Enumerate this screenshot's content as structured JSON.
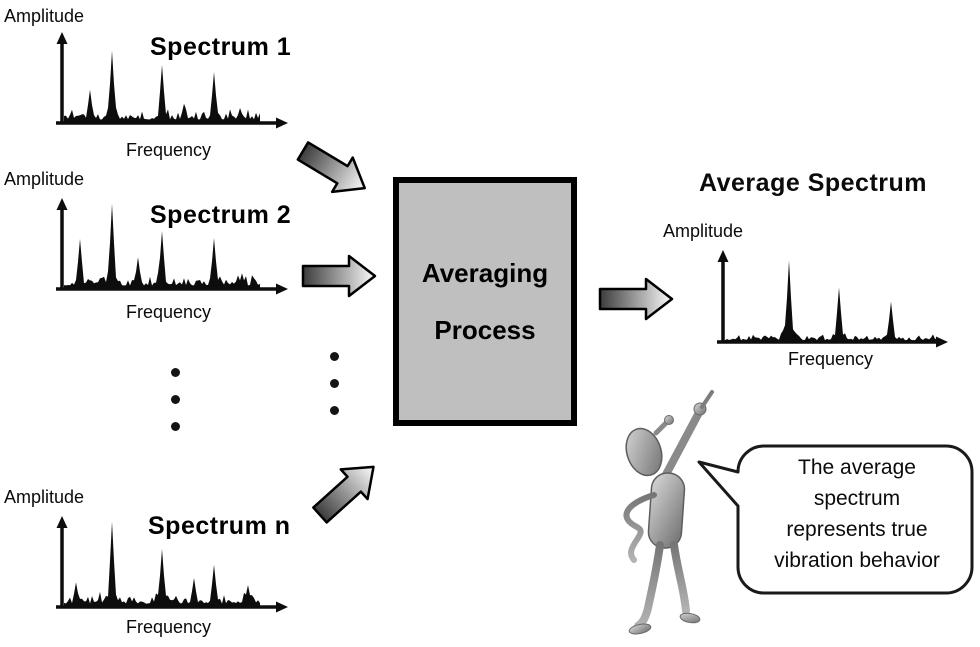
{
  "figure": {
    "spectra": [
      {
        "title": "Spectrum 1",
        "amplitude_label": "Amplitude",
        "frequency_label": "Frequency",
        "peaks": [
          [
            0.135,
            0.38
          ],
          [
            0.24,
            0.82
          ],
          [
            0.5,
            0.66
          ],
          [
            0.615,
            0.22
          ],
          [
            0.77,
            0.58
          ],
          [
            0.9,
            0.17
          ]
        ],
        "noise": 0.16,
        "seed": 11
      },
      {
        "title": "Spectrum 2",
        "amplitude_label": "Amplitude",
        "frequency_label": "Frequency",
        "peaks": [
          [
            0.085,
            0.57
          ],
          [
            0.24,
            0.97
          ],
          [
            0.375,
            0.36
          ],
          [
            0.505,
            0.66
          ],
          [
            0.77,
            0.58
          ],
          [
            0.91,
            0.18
          ]
        ],
        "noise": 0.16,
        "seed": 29
      },
      {
        "title": "Spectrum n",
        "amplitude_label": "Amplitude",
        "frequency_label": "Frequency",
        "peaks": [
          [
            0.06,
            0.28
          ],
          [
            0.24,
            0.97
          ],
          [
            0.505,
            0.66
          ],
          [
            0.665,
            0.33
          ],
          [
            0.77,
            0.48
          ],
          [
            0.94,
            0.25
          ]
        ],
        "noise": 0.15,
        "seed": 47
      }
    ],
    "average": {
      "heading": "Average Spectrum",
      "amplitude_label": "Amplitude",
      "frequency_label": "Frequency",
      "peaks": [
        [
          0.3,
          0.93
        ],
        [
          0.54,
          0.62
        ],
        [
          0.78,
          0.46
        ]
      ],
      "noise": 0.08,
      "seed": 7
    },
    "process_box": {
      "line1": "Averaging",
      "line2": "Process"
    },
    "speech_bubble": {
      "lines": [
        "The average",
        "spectrum",
        "represents true",
        "vibration behavior"
      ]
    },
    "colors": {
      "box_fill": "#bfbfbf",
      "box_border": "#000000",
      "arrow_dark": "#3c3c3c",
      "arrow_light": "#fbfbfb",
      "ink": "#0d0d0d"
    }
  }
}
